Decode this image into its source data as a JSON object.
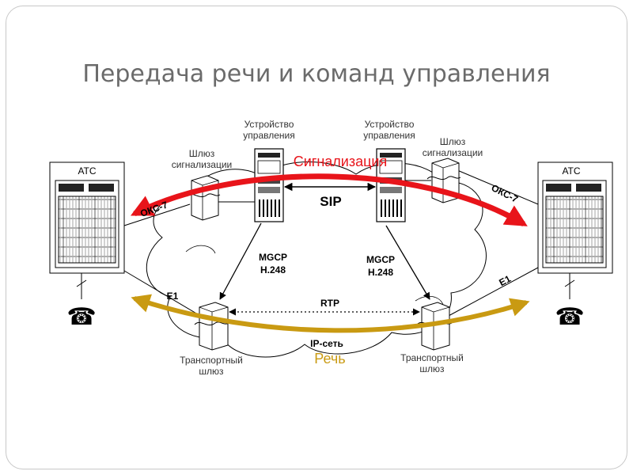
{
  "slide": {
    "title": "Передача речи и команд управления"
  },
  "diagram": {
    "controller_left": [
      "Устройство",
      "управления"
    ],
    "controller_right": [
      "Устройство",
      "управления"
    ],
    "sig_gw_left": [
      "Шлюз",
      "сигнализации"
    ],
    "sig_gw_right": [
      "Шлюз",
      "сигнализации"
    ],
    "ats_left": "АТС",
    "ats_right": "АТС",
    "okc_left": "ОКС-7",
    "okc_right": "ОКС-7",
    "sip": "SIP",
    "signaling": "Сигнализация",
    "mgcp_left": [
      "MGCP",
      "H.248"
    ],
    "mgcp_right": [
      "MGCP",
      "H.248"
    ],
    "e1_left": "E1",
    "e1_right": "E1",
    "rtp": "RTP",
    "ip_network": "IP-сеть",
    "speech": "Речь",
    "tr_gw_left": [
      "Транспортный",
      "шлюз"
    ],
    "tr_gw_right": [
      "Транспортный",
      "шлюз"
    ]
  },
  "colors": {
    "signaling": "#e8141a",
    "speech": "#c99a12",
    "title": "#6b6b6b"
  },
  "icons": {
    "phone_left": "telephone-icon",
    "phone_right": "telephone-icon"
  }
}
